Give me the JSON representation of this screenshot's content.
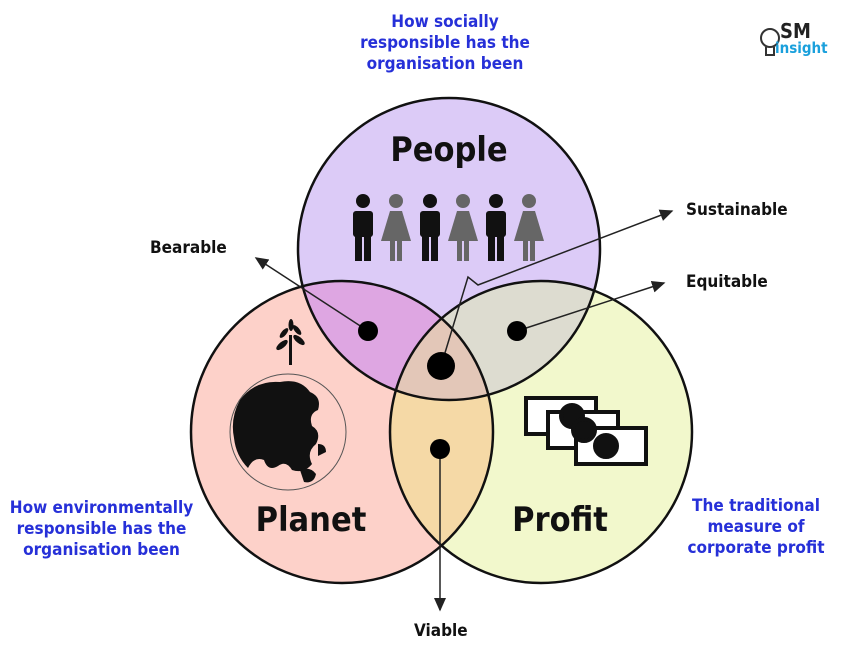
{
  "circles": {
    "people": {
      "label": "People",
      "color": "#dccbf7"
    },
    "planet": {
      "label": "Planet",
      "color": "#fdd1c9"
    },
    "profit": {
      "label": "Profit",
      "color": "#f2f8cc"
    }
  },
  "overlaps": {
    "bearable": {
      "label": "Bearable",
      "color": "#dea6e2"
    },
    "equitable": {
      "label": "Equitable",
      "color": "#dddcd0"
    },
    "viable": {
      "label": "Viable",
      "color": "#f5d9a6"
    },
    "sustainable": {
      "label": "Sustainable",
      "color": "#e3c7b8"
    }
  },
  "descriptions": {
    "people": "How socially responsible has the organisation been",
    "planet": "How environmentally responsible has the organisation been",
    "profit": "The traditional measure of corporate profit"
  },
  "logo": {
    "text_top": "SM",
    "text_bottom": "insight"
  }
}
